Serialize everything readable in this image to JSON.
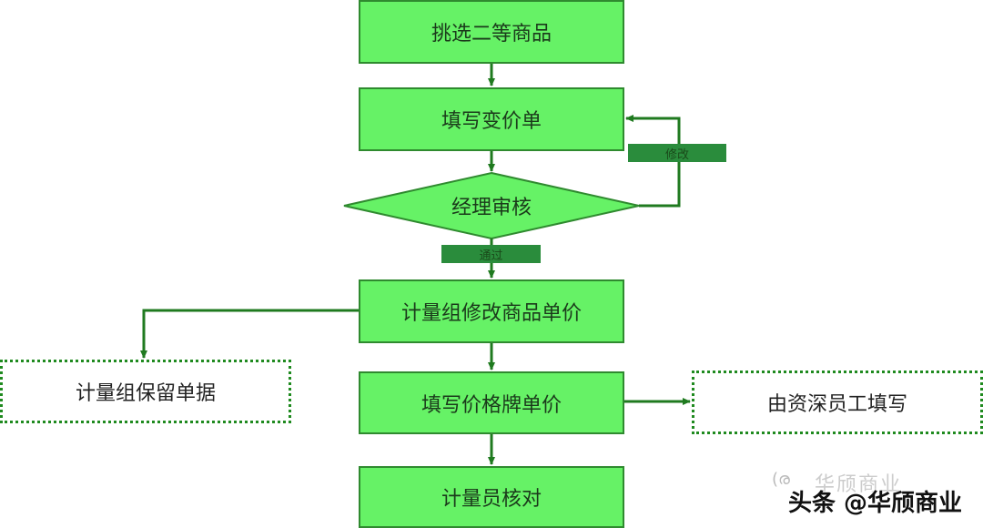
{
  "flowchart": {
    "steps": {
      "select_goods": "挑选二等商品",
      "fill_price_change_form": "填写变价单",
      "manager_review": "经理审核",
      "metering_modify_price": "计量组修改商品单价",
      "fill_price_tag": "填写价格牌单价",
      "metering_verify": "计量员核对"
    },
    "side_notes": {
      "metering_keep_docs": "计量组保留单据",
      "senior_staff_fill": "由资深员工填写"
    },
    "edge_labels": {
      "modify": "修改",
      "approved": "通过"
    }
  },
  "watermark": {
    "faint_text": "华颀商业",
    "main_text": "头条 @华颀商业"
  },
  "colors": {
    "box_fill": "#66f266",
    "box_border": "#2f8a2f",
    "connector": "#1f7a1f",
    "tag_fill": "#2a8c3c"
  }
}
